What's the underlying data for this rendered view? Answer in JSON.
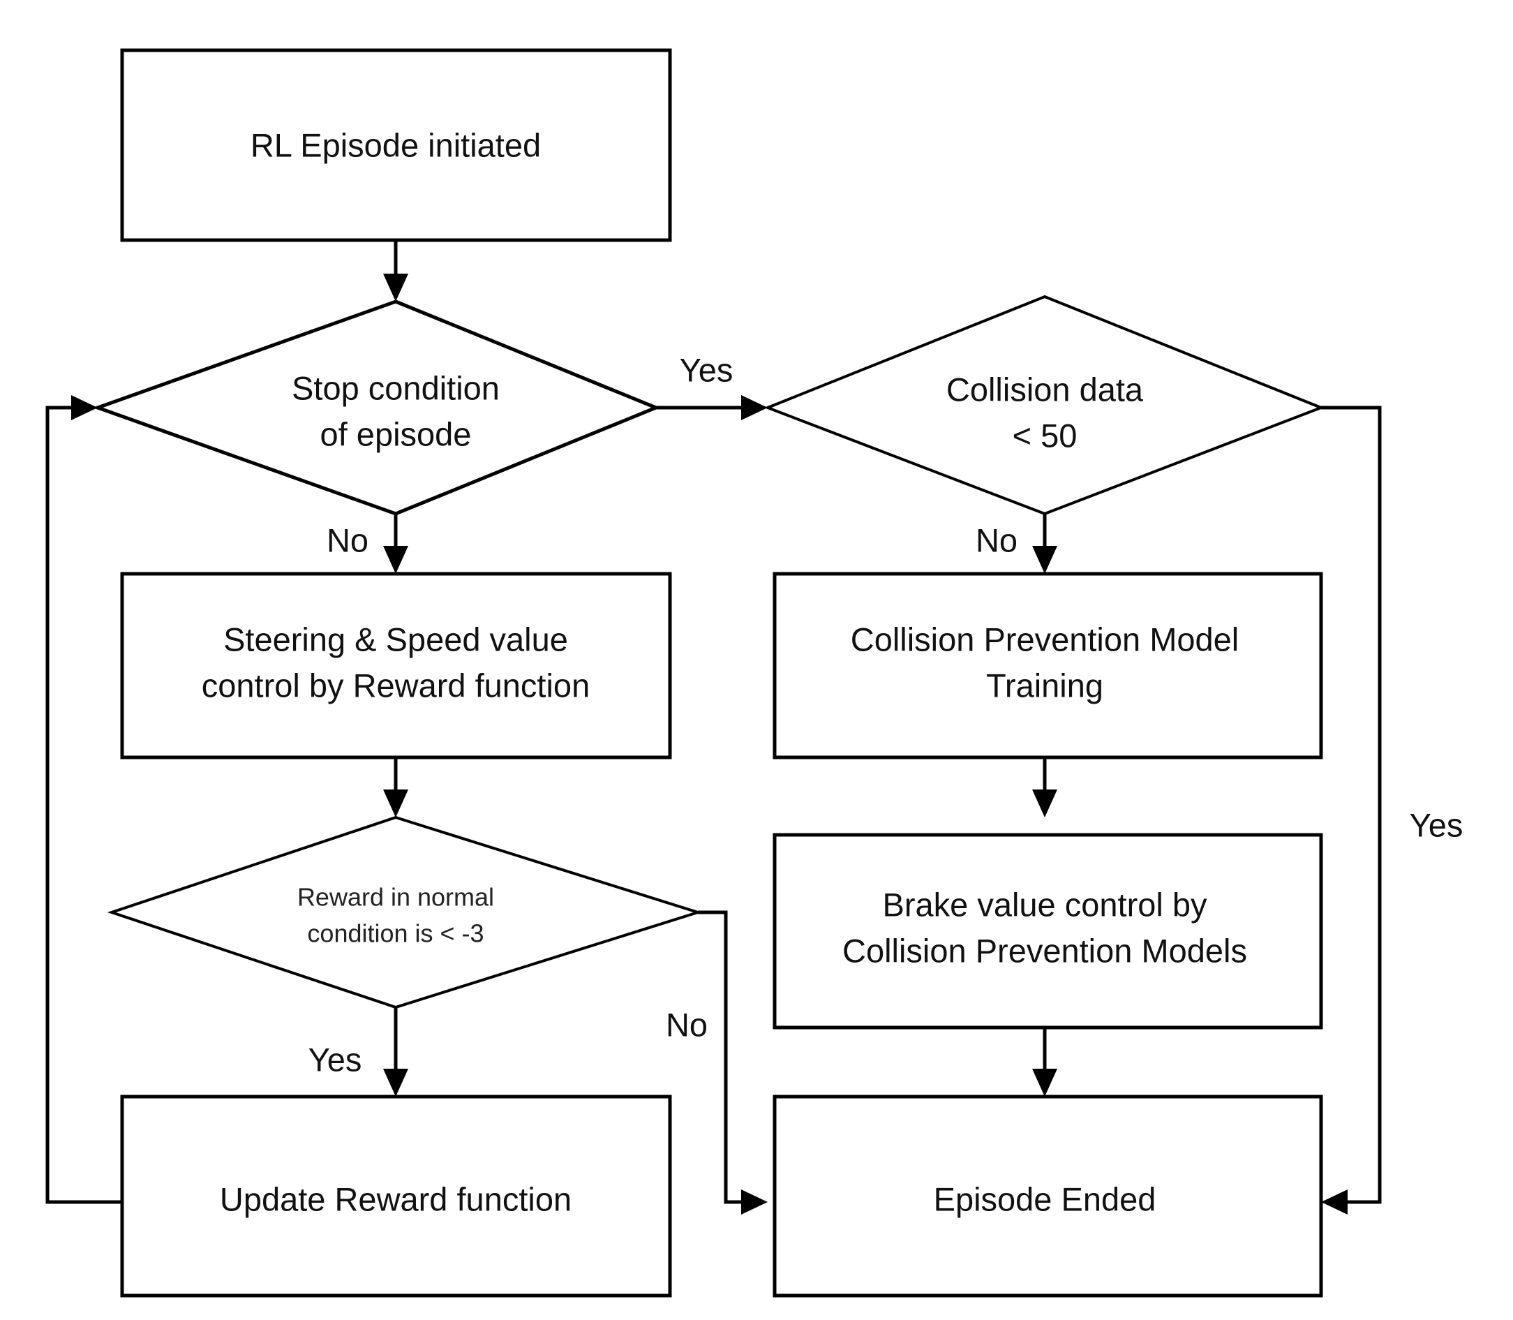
{
  "diagram": {
    "title": "RL Episode Flowchart with Collision Prevention",
    "background_color": "#ffffff",
    "line_color": "#000000",
    "text_color": "#111111"
  },
  "nodes": {
    "start": {
      "shape": "process",
      "label": "RL Episode initiated"
    },
    "stop_condition": {
      "shape": "decision",
      "label_line1": "Stop condition",
      "label_line2": "of episode"
    },
    "collision_data": {
      "shape": "decision",
      "label_line1": "Collision data",
      "label_line2": "< 50"
    },
    "steering_speed": {
      "shape": "process",
      "label_line1": "Steering & Speed value",
      "label_line2": "control by Reward function"
    },
    "cpm_training": {
      "shape": "process",
      "label_line1": "Collision Prevention Model",
      "label_line2": "Training"
    },
    "reward_check": {
      "shape": "decision",
      "label_line1": "Reward in normal",
      "label_line2": "condition is  < -3"
    },
    "brake_control": {
      "shape": "process",
      "label_line1": "Brake value control by",
      "label_line2": "Collision Prevention Models"
    },
    "update_reward": {
      "shape": "process",
      "label": "Update Reward function"
    },
    "episode_ended": {
      "shape": "process",
      "label": "Episode Ended"
    }
  },
  "edge_labels": {
    "stop_yes": "Yes",
    "stop_no": "No",
    "collision_no": "No",
    "collision_yes": "Yes",
    "reward_yes": "Yes",
    "reward_no": "No"
  }
}
